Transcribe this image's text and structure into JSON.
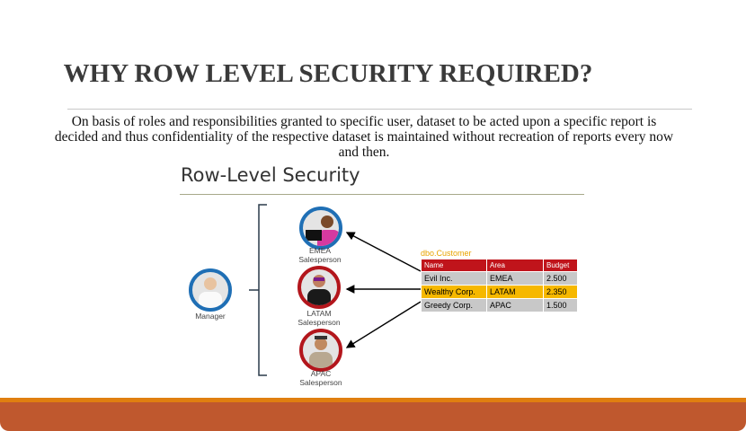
{
  "slide": {
    "title": "WHY ROW LEVEL SECURITY REQUIRED?",
    "paragraph": "On basis of roles and responsibilities granted to specific  user, dataset to be acted upon a specific report is decided and thus confidentiality of the respective dataset  is  maintained without recreation of reports every now and then."
  },
  "diagram": {
    "heading": "Row-Level Security",
    "manager_label": "Manager",
    "people": [
      {
        "region": "EMEA",
        "role": "Salesperson"
      },
      {
        "region": "LATAM",
        "role": "Salesperson"
      },
      {
        "region": "APAC",
        "role": "Salesperson"
      }
    ],
    "table": {
      "caption": "dbo.Customer",
      "columns": [
        "Name",
        "Area",
        "Budget"
      ],
      "rows": [
        [
          "Evil Inc.",
          "EMEA",
          "2.500"
        ],
        [
          "Wealthy Corp.",
          "LATAM",
          "2.350"
        ],
        [
          "Greedy Corp.",
          "APAC",
          "1.500"
        ]
      ]
    }
  },
  "colors": {
    "accent_orange": "#e07f10",
    "footer": "#bf582e",
    "header_red": "#c0141b",
    "highlight": "#f6b800"
  }
}
